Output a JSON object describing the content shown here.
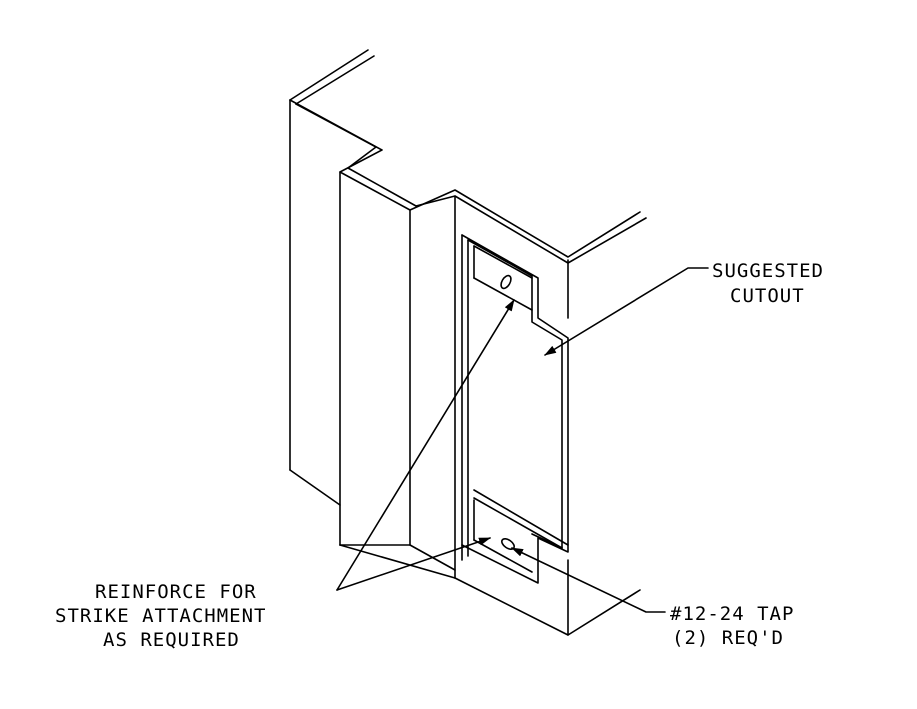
{
  "labels": {
    "cutout": [
      "SUGGESTED",
      "CUTOUT"
    ],
    "reinforce": [
      "REINFORCE FOR",
      "STRIKE ATTACHMENT",
      "AS REQUIRED"
    ],
    "tap": [
      "#12-24 TAP",
      "(2) REQ'D"
    ]
  }
}
